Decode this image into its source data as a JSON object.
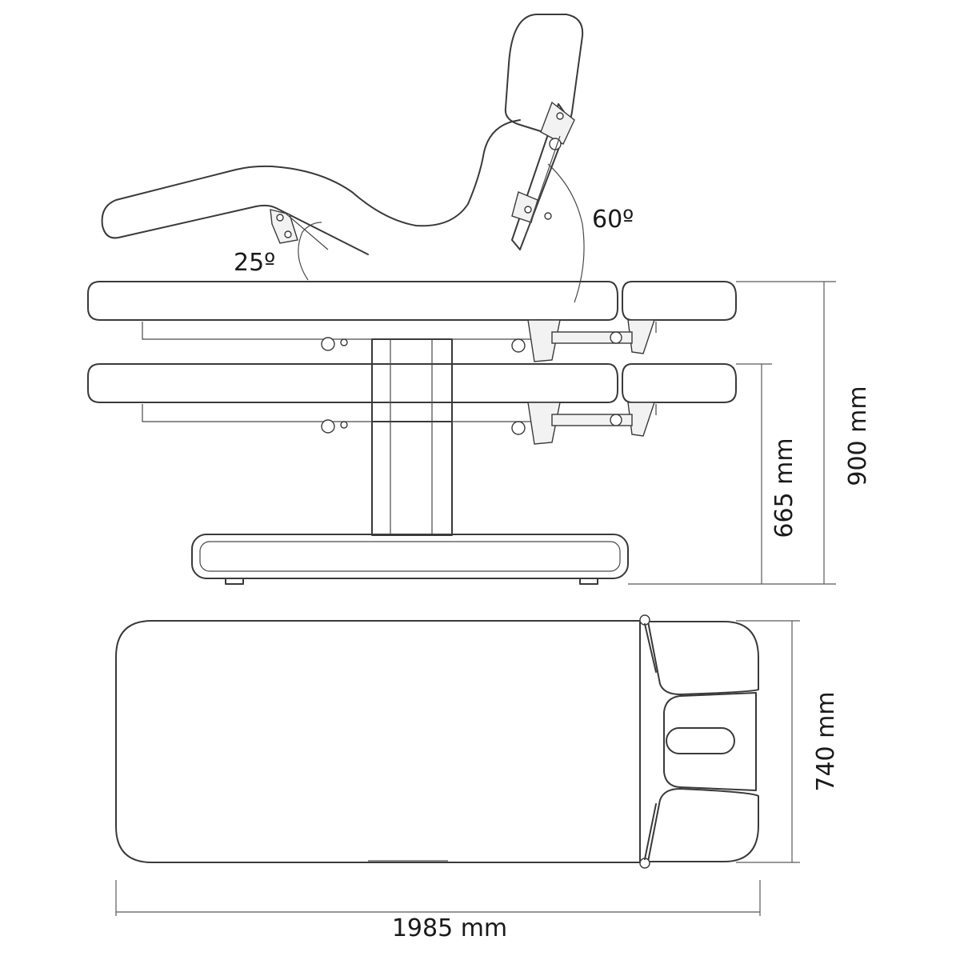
{
  "diagram": {
    "annotations": {
      "leg_angle": "25º",
      "back_angle": "60º"
    },
    "dimensions": {
      "max_height": "900 mm",
      "min_height": "665 mm",
      "width": "740 mm",
      "length": "1985 mm"
    }
  }
}
